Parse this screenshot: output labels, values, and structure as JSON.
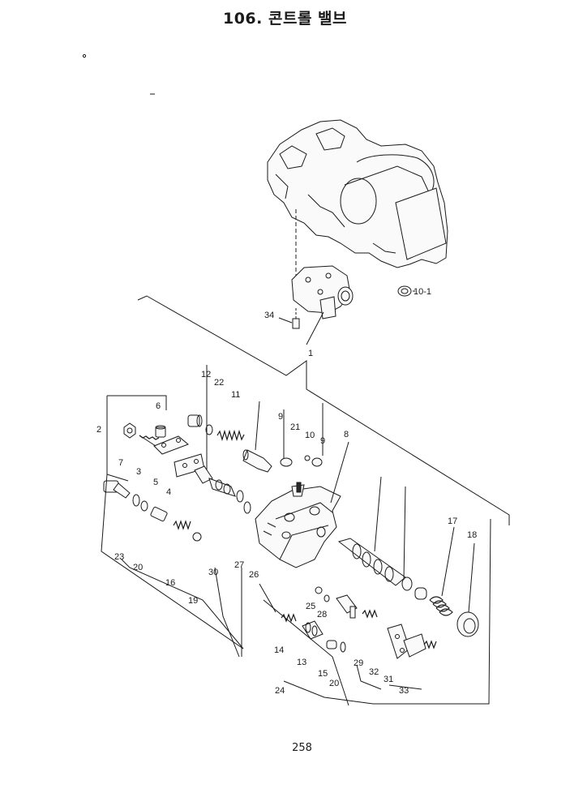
{
  "title": "106. 콘트롤 밸브",
  "page_number": "258",
  "callouts": {
    "c1": "1",
    "c2": "2",
    "c3": "3",
    "c4": "4",
    "c5": "5",
    "c6": "6",
    "c7": "7",
    "c8": "8",
    "c9a": "9",
    "c9b": "9",
    "c10": "10",
    "c10_1": "10-1",
    "c11": "11",
    "c12": "12",
    "c13": "13",
    "c14": "14",
    "c15": "15",
    "c16": "16",
    "c17": "17",
    "c18": "18",
    "c19": "19",
    "c20a": "20",
    "c20b": "20",
    "c21": "21",
    "c22": "22",
    "c23": "23",
    "c24": "24",
    "c25": "25",
    "c26": "26",
    "c27": "27",
    "c28": "28",
    "c29": "29",
    "c30": "30",
    "c31": "31",
    "c32": "32",
    "c33": "33",
    "c34": "34"
  }
}
